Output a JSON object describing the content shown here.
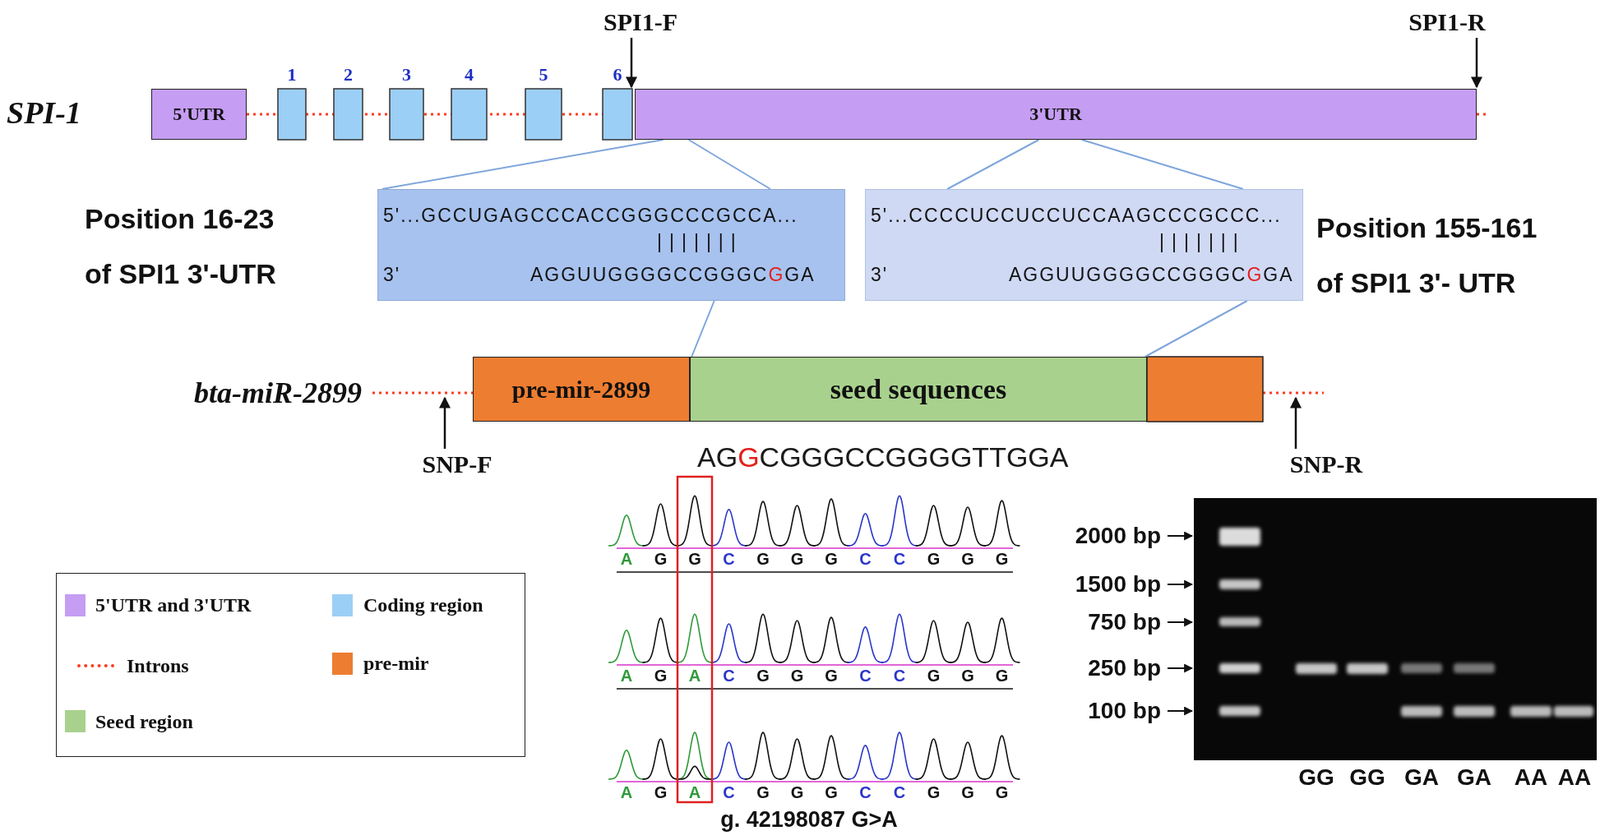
{
  "diagram": {
    "nodes": [
      {
        "text": [
          "5'UTR"
        ]
      },
      {
        "text": [
          "3'UTR"
        ]
      },
      {
        "text": [
          "5'...GCCUGAGCCCACCGGGCCCGCCA...",
          "|||||||",
          "3'",
          "AGGUUGGGGCCGGGC",
          "G",
          "GA"
        ]
      },
      {
        "text": [
          "5'...CCCCUCCUCCUCCAAGCCCGCCC...",
          "|||||||",
          "3'",
          "AGGUUGGGGCCGGGC",
          "G",
          "GA"
        ]
      },
      {
        "text": [
          "pre-mir-2899"
        ]
      },
      {
        "text": [
          "seed sequences"
        ]
      }
    ],
    "edges": [
      {
        "from": 1,
        "to": 2,
        "arrow": "none"
      },
      {
        "from": 1,
        "to": 3,
        "arrow": "none"
      },
      {
        "from": 2,
        "to": 5,
        "arrow": "none"
      },
      {
        "from": 3,
        "to": 5,
        "arrow": "none"
      }
    ],
    "labels": [
      "SPI-1",
      "1",
      "2",
      "3",
      "4",
      "5",
      "6",
      "SPI1-F",
      "SPI1-R",
      "Position 16-23 of SPI1 3'-UTR",
      "Position 155-161 of SPI1 3'- UTR",
      "bta-miR-2899",
      "SNP-F",
      "SNP-R",
      "AG",
      "G",
      "CGGGCCGGGGTTGGA",
      "A",
      "G",
      "G",
      "C",
      "G",
      "G",
      "G",
      "C",
      "C",
      "G",
      "G",
      "G",
      "A",
      "G",
      "A",
      "C",
      "G",
      "G",
      "G",
      "C",
      "C",
      "G",
      "G",
      "G",
      "A",
      "G",
      "A",
      "C",
      "G",
      "G",
      "G",
      "C",
      "C",
      "G",
      "G",
      "G",
      "g. 42198087 G>A",
      "2000 bp",
      "1500 bp",
      "750 bp",
      "250 bp",
      "100 bp",
      "GG",
      "GG",
      "GA",
      "GA",
      "AA",
      "AA"
    ],
    "legend": [
      {
        "text": "5'UTR and 3'UTR",
        "color": "#c59df2"
      },
      {
        "text": "Coding region",
        "color": "#9ccff5"
      },
      {
        "text": "Introns"
      },
      {
        "text": "pre-mir",
        "color": "#ed7d31"
      },
      {
        "text": "Seed region",
        "color": "#a9d18e"
      }
    ]
  }
}
